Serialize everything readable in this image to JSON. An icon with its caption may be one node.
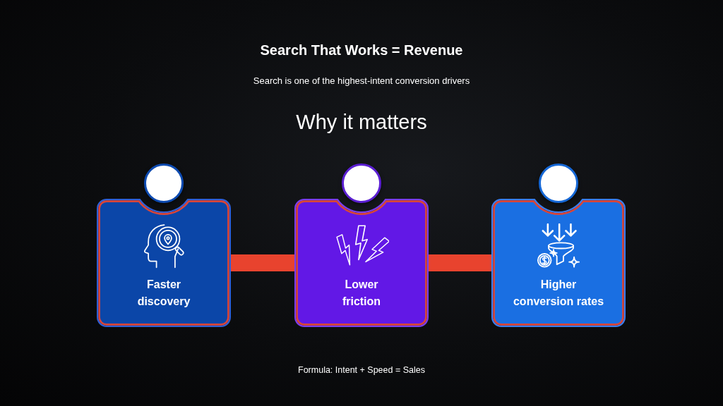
{
  "diagram": {
    "title": "Search That Works = Revenue",
    "nodes": [
      {
        "text": [
          "Faster discovery"
        ]
      },
      {
        "text": [
          "Lower friction"
        ]
      },
      {
        "text": [
          "Higher conversion rates"
        ]
      }
    ],
    "edges": [
      {
        "from": 0,
        "to": 1,
        "arrow": "none"
      },
      {
        "from": 1,
        "to": 2,
        "arrow": "none"
      }
    ],
    "labels": [
      "Search is one of the highest-intent conversion drivers",
      "Why it matters",
      "Formula: Intent + Speed = Sales"
    ]
  }
}
